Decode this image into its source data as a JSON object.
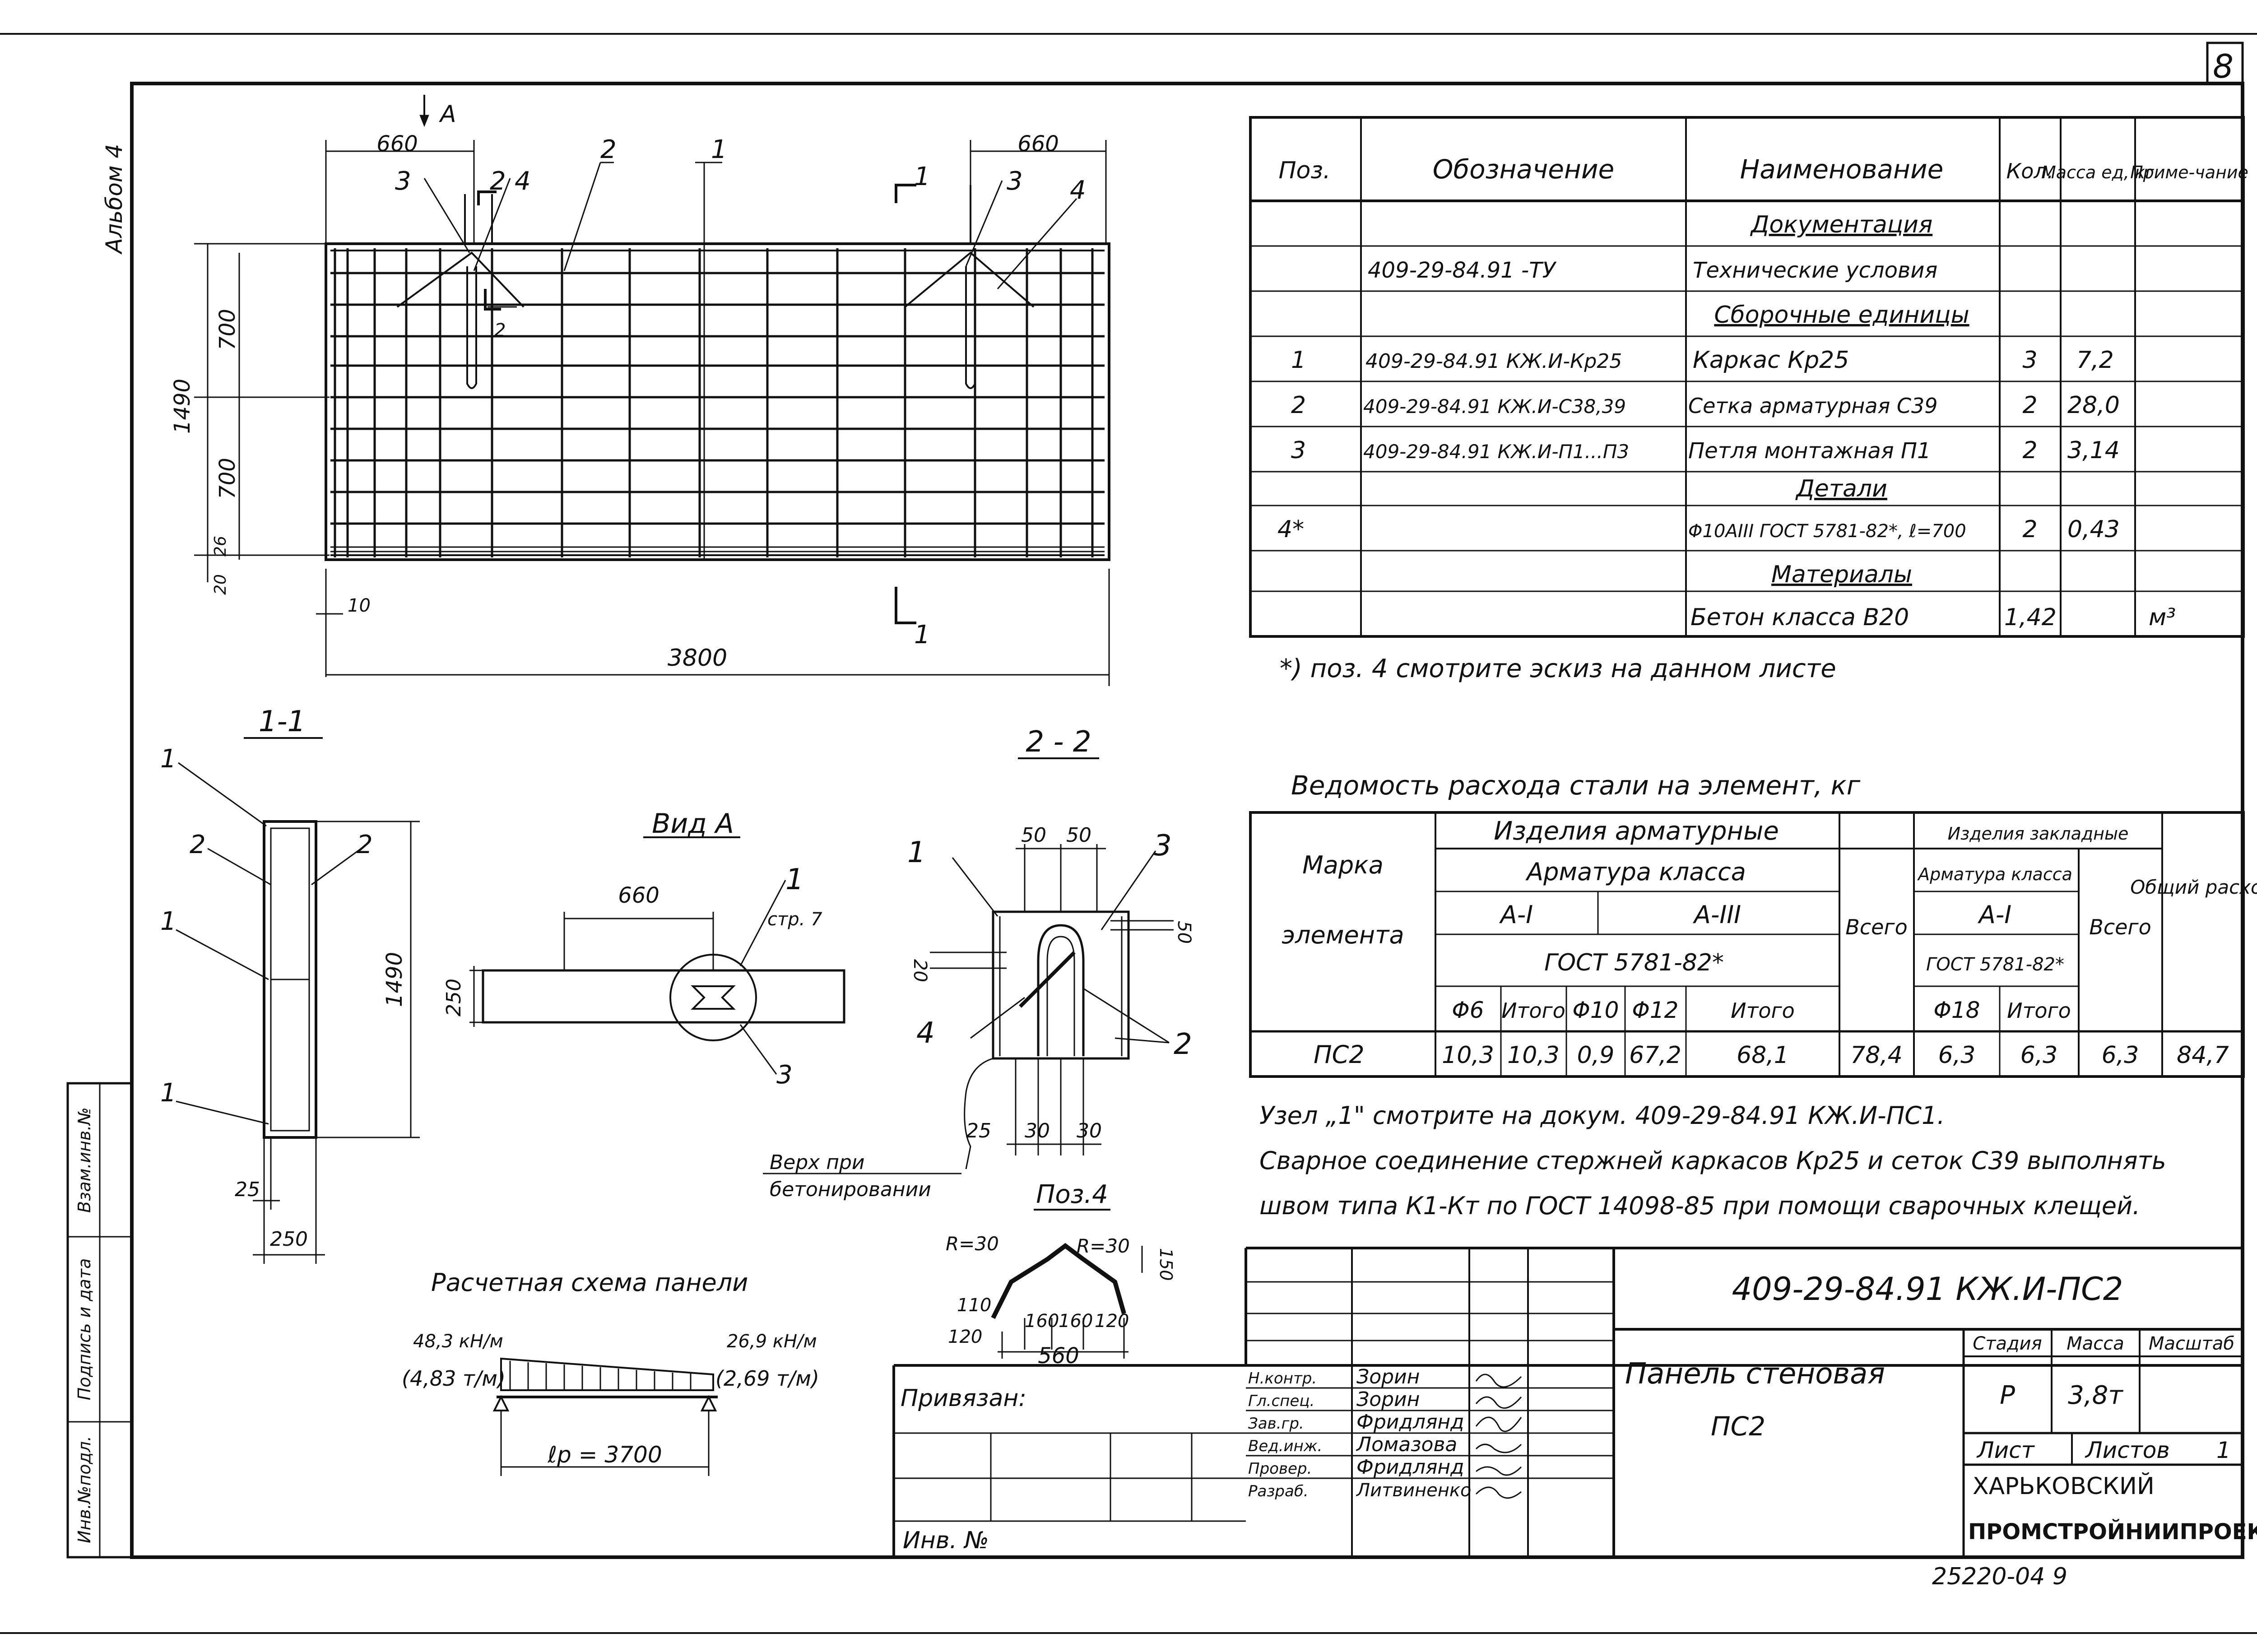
{
  "sheet": {
    "number": "8",
    "album": "Альбом 4",
    "archive_no": "25220-04   9"
  },
  "plan": {
    "dims": {
      "left660": "660",
      "right660": "660",
      "h700a": "700",
      "h700b": "700",
      "h1490": "1490",
      "h26": "26",
      "h20": "20",
      "d10": "10",
      "len3800": "3800"
    },
    "leaders": {
      "p1": "1",
      "p2a": "2",
      "p2b": "2",
      "p3a": "3",
      "p3b": "3",
      "p4a": "4",
      "p4b": "4",
      "cut1a": "1",
      "cut1b": "1",
      "cut2": "2",
      "cut2b": "2",
      "viewA": "А"
    }
  },
  "section11": {
    "title": "1-1",
    "l1a": "1",
    "l1b": "1",
    "l1c": "1",
    "l2a": "2",
    "l2b": "2",
    "h1490": "1490",
    "d25": "25",
    "w250": "250"
  },
  "viewA": {
    "title": "Вид А",
    "d660": "660",
    "d250": "250",
    "l1": "1",
    "ref": "стр. 7",
    "l3": "3"
  },
  "section22": {
    "title": "2 - 2",
    "d50a": "50",
    "d50b": "50",
    "d50c": "50",
    "d20": "20",
    "d25": "25",
    "d30a": "30",
    "d30b": "30",
    "l1": "1",
    "l2": "2",
    "l3": "3",
    "l4": "4",
    "note": "Верх при",
    "note2": "бетонировании"
  },
  "pos4": {
    "title": "Поз.4",
    "r1": "R=30",
    "r2": "R=30",
    "h150": "150",
    "h110": "110",
    "h120": "120",
    "d160a": "160",
    "d160b": "160",
    "d120": "120",
    "d560": "560"
  },
  "calc": {
    "title": "Расчетная схема панели",
    "q_left": "48,3 кН/м",
    "q_left2": "(4,83 т/м)",
    "q_right": "26,9 кН/м",
    "q_right2": "(2,69 т/м)",
    "span": "ℓр = 3700"
  },
  "spec": {
    "headers": [
      "Поз.",
      "Обозначение",
      "Наименование",
      "Кол.",
      "Масса ед, кг",
      "Приме-чание"
    ],
    "rows": [
      [
        "",
        "",
        "Документация",
        "",
        "",
        ""
      ],
      [
        "",
        "409-29-84.91 -ТУ",
        "Технические условия",
        "",
        "",
        ""
      ],
      [
        "",
        "",
        "Сборочные единицы",
        "",
        "",
        ""
      ],
      [
        "1",
        "409-29-84.91 КЖ.И-Кр25",
        "Каркас Кр25",
        "3",
        "7,2",
        ""
      ],
      [
        "2",
        "409-29-84.91 КЖ.И-С38,39",
        "Сетка арматурная С39",
        "2",
        "28,0",
        ""
      ],
      [
        "3",
        "409-29-84.91 КЖ.И-П1...П3",
        "Петля монтажная П1",
        "2",
        "3,14",
        ""
      ],
      [
        "",
        "",
        "Детали",
        "",
        "",
        ""
      ],
      [
        "4*",
        "",
        "Φ10AIII ГОСТ 5781-82*, ℓ=700",
        "2",
        "0,43",
        ""
      ],
      [
        "",
        "",
        "Материалы",
        "",
        "",
        ""
      ],
      [
        "",
        "",
        "Бетон класса В20",
        "1,42",
        "",
        "м³"
      ]
    ],
    "footnote": "*) поз. 4 смотрите эскиз на данном листе"
  },
  "steel": {
    "title": "Ведомость расхода стали на элемент, кг",
    "h_mark": "Марка",
    "h_mark2": "элемента",
    "h_rebar": "Изделия арматурные",
    "h_embed": "Изделия закладные",
    "h_class": "Арматура класса",
    "h_class2": "Арматура класса",
    "h_a1": "А-I",
    "h_a3": "А-III",
    "h_a1b": "А-I",
    "h_gost": "ГОСТ 5781-82*",
    "h_gost2": "ГОСТ 5781-82*",
    "h_total": "Всего",
    "h_total2": "Всего",
    "h_common": "Общий расход",
    "cols": [
      "Φ6",
      "Итого",
      "Φ10",
      "Φ12",
      "Итого",
      "Φ18",
      "Итого"
    ],
    "row": [
      "ПС2",
      "10,3",
      "10,3",
      "0,9",
      "67,2",
      "68,1",
      "78,4",
      "6,3",
      "6,3",
      "6,3",
      "84,7"
    ]
  },
  "notes": [
    "Узел „1\" смотрите на докум. 409-29-84.91 КЖ.И-ПС1.",
    "Сварное соединение стержней каркасов Кр25 и сеток С39 выполнять",
    "швом типа К1-Кт по ГОСТ 14098-85 при помощи сварочных клещей."
  ],
  "titleblock": {
    "code": "409-29-84.91 КЖ.И-ПС2",
    "name": "Панель стеновая",
    "name2": "ПС2",
    "stage_h": "Стадия",
    "mass_h": "Масса",
    "scale_h": "Масштаб",
    "stage": "Р",
    "mass": "3,8т",
    "scale": "",
    "sheet_h": "Лист",
    "sheets_h": "Листов",
    "sheets": "1",
    "org1": "ХАРЬКОВСКИЙ",
    "org2": "ПРОМСТРОЙНИИПРОЕКТ",
    "bound": "Привязан:",
    "inv": "Инв. №",
    "staff": [
      [
        "Н.контр.",
        "Зорин"
      ],
      [
        "Гл.спец.",
        "Зорин"
      ],
      [
        "Зав.гр.",
        "Фридлянд"
      ],
      [
        "Вед.инж.",
        "Ломазова"
      ],
      [
        "Провер.",
        "Фридлянд"
      ],
      [
        "Разраб.",
        "Литвиненко"
      ]
    ]
  },
  "side": {
    "s1": "Взам.инв.№",
    "s2": "Подпись и дата",
    "s3": "Инв.№подл."
  }
}
